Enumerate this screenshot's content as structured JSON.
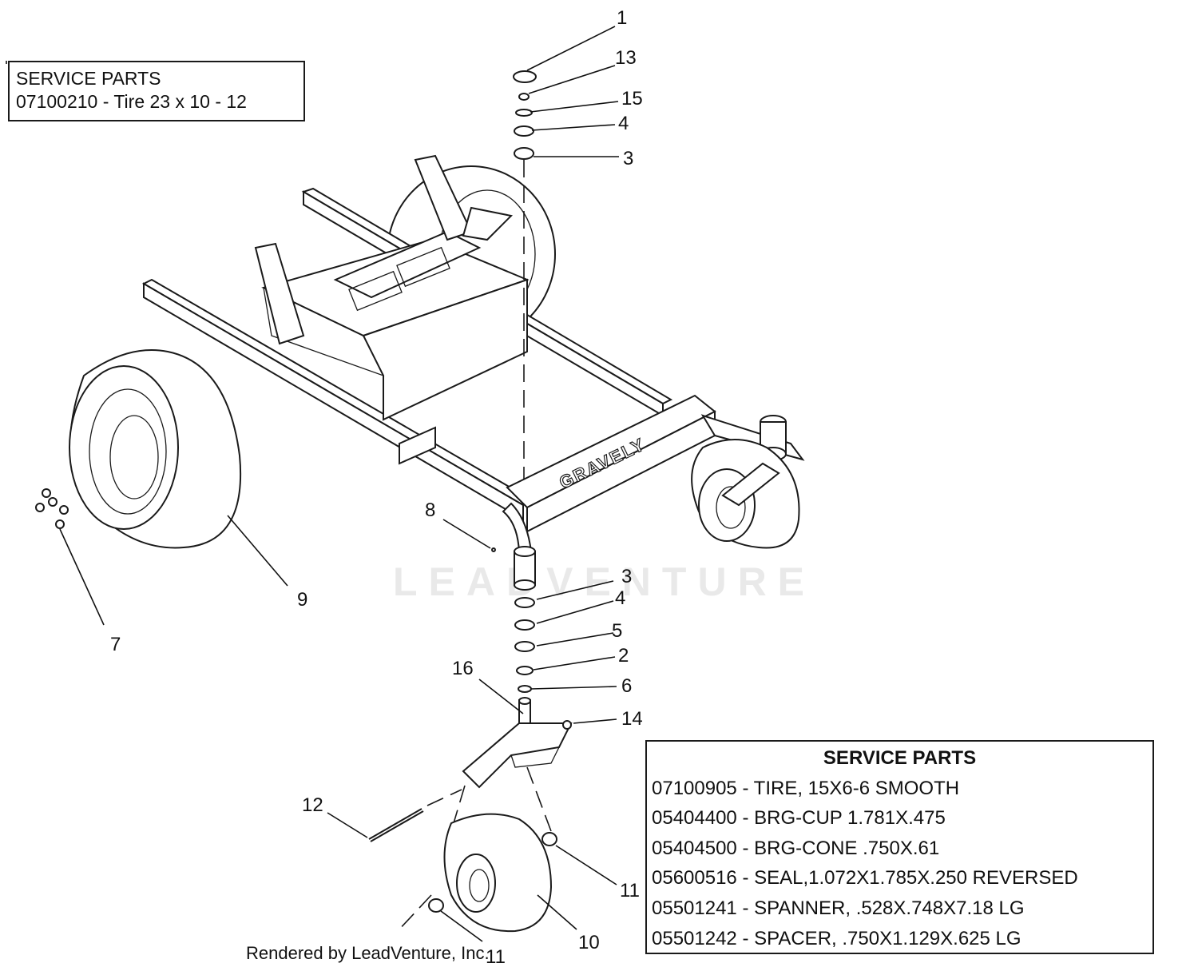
{
  "watermark": {
    "text": "LEADVENTURE"
  },
  "frame": {
    "brand_text": "GRAVELY"
  },
  "service_parts_top": {
    "title": "SERVICE PARTS",
    "lines": [
      "07100210 - Tire  23 x 10 - 12"
    ]
  },
  "service_parts_bottom": {
    "title": "SERVICE PARTS",
    "lines": [
      "07100905 - TIRE, 15X6-6 SMOOTH",
      "05404400 - BRG-CUP 1.781X.475",
      "05404500 - BRG-CONE .750X.61",
      "05600516 - SEAL,1.072X1.785X.250 REVERSED",
      "05501241 - SPANNER, .528X.748X7.18 LG",
      "05501242 - SPACER, .750X1.129X.625 LG"
    ]
  },
  "callouts": {
    "c1": "1",
    "c13": "13",
    "c15": "15",
    "c4a": "4",
    "c3a": "3",
    "c8": "8",
    "c9": "9",
    "c7": "7",
    "c3b": "3",
    "c4b": "4",
    "c5": "5",
    "c2": "2",
    "c6": "6",
    "c16": "16",
    "c14": "14",
    "c12": "12",
    "c11a": "11",
    "c10": "10",
    "c11b": "11"
  },
  "footer": {
    "credit": "Rendered by LeadVenture, Inc."
  }
}
